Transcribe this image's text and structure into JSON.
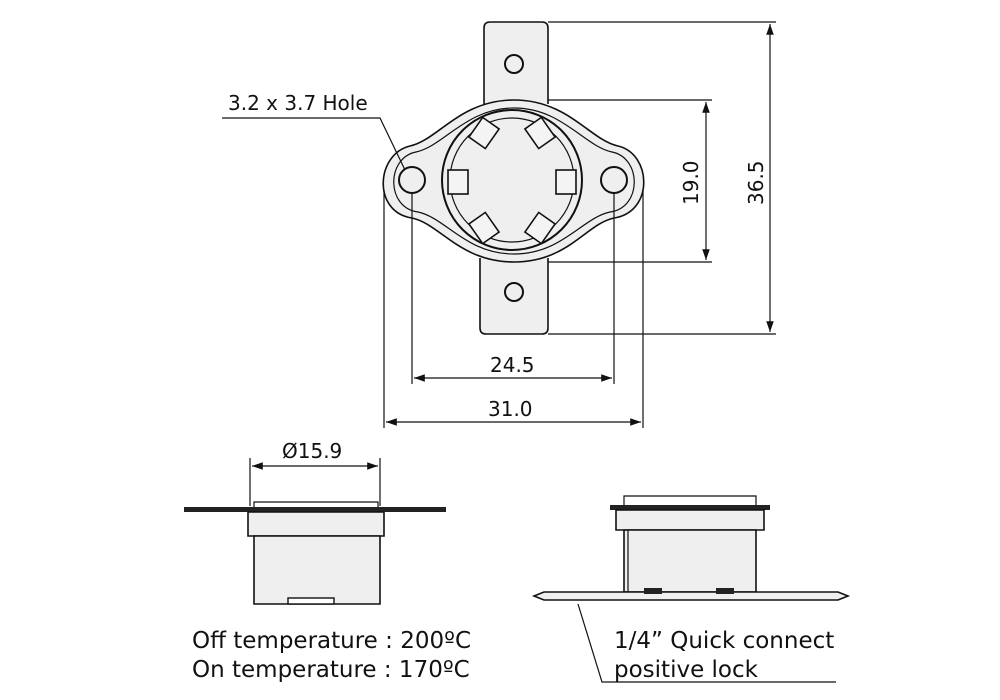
{
  "labels": {
    "hole": "3.2 x 3.7 Hole",
    "dim_19": "19.0",
    "dim_36_5": "36.5",
    "dim_24_5": "24.5",
    "dim_31": "31.0",
    "dia": "Ø15.9"
  },
  "notes": {
    "off_temp": "Off temperature : 200ºC",
    "on_temp": "On temperature : 170ºC",
    "quick_connect": "1/4”  Quick connect",
    "positive_lock": "positive lock"
  }
}
